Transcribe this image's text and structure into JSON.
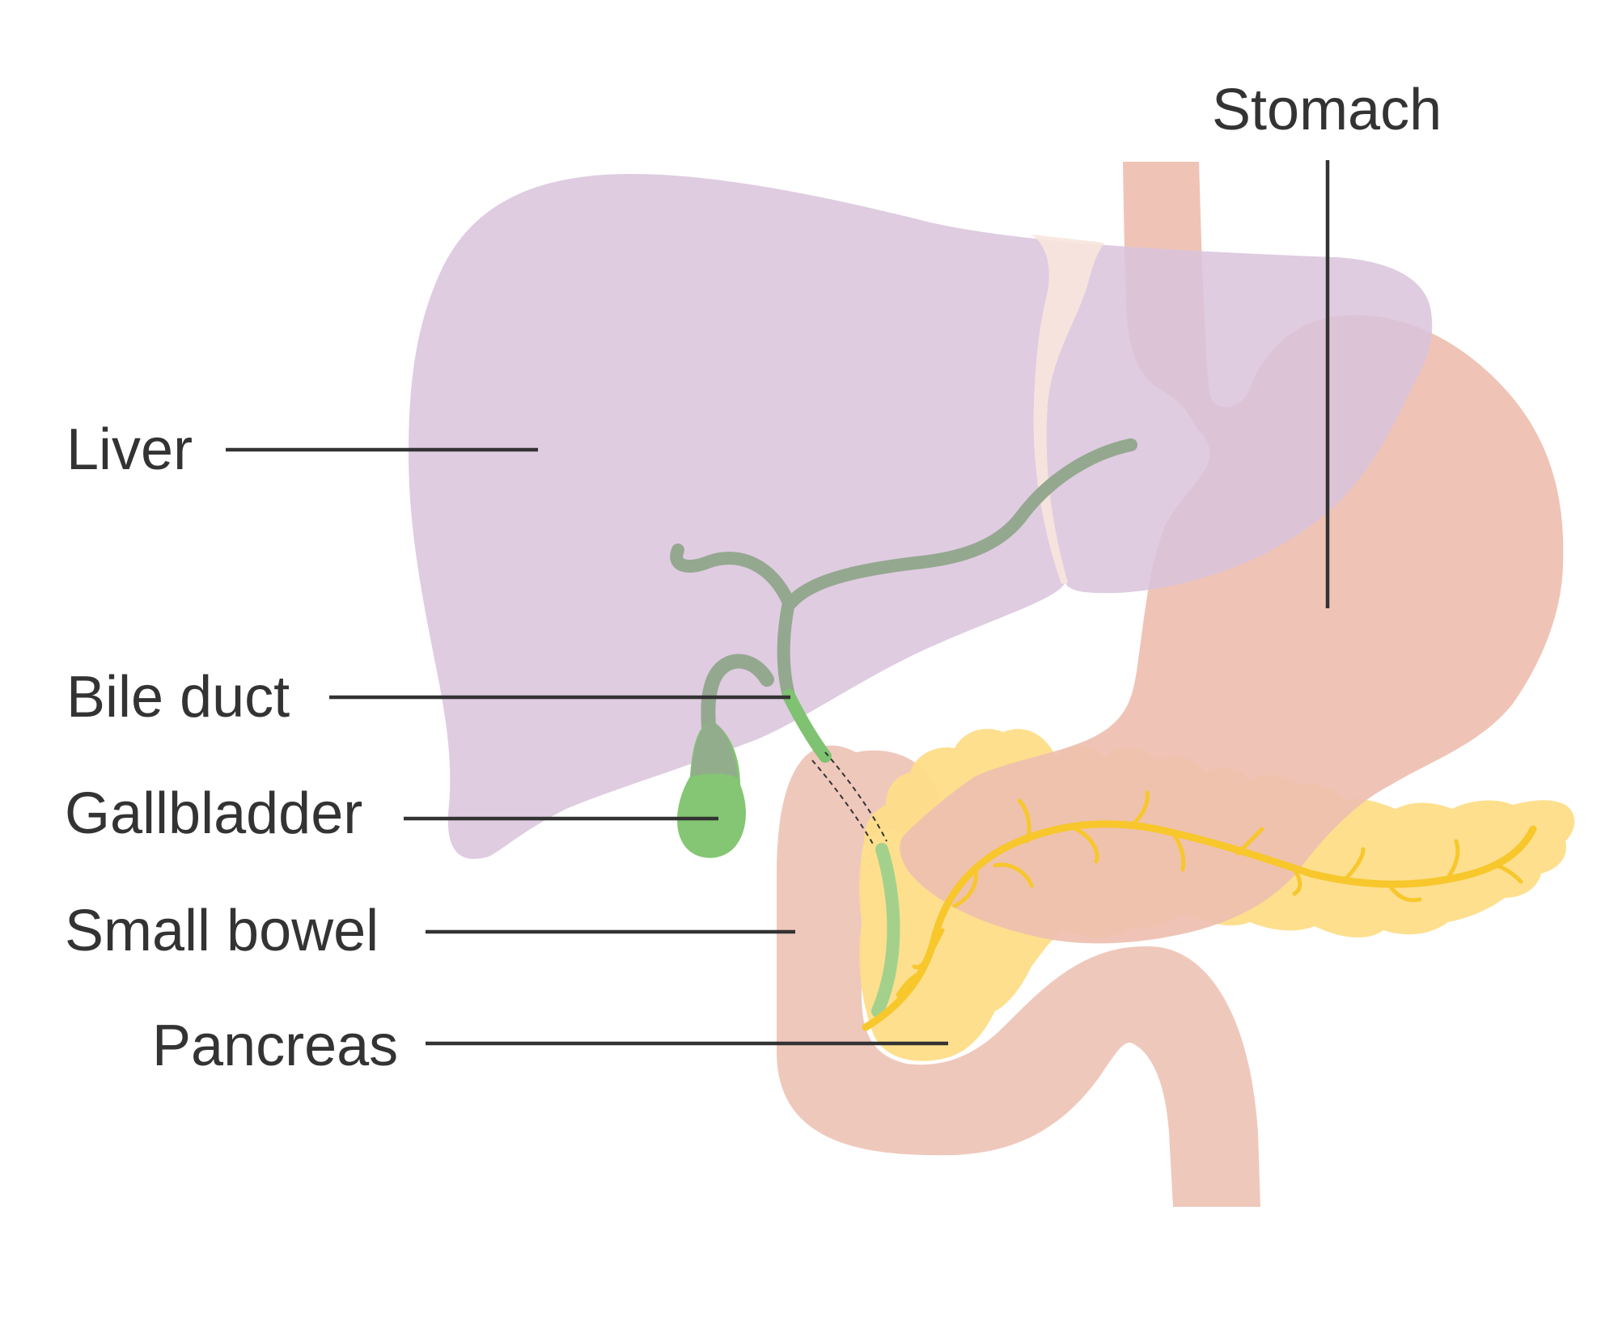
{
  "labels": {
    "stomach": "Stomach",
    "liver": "Liver",
    "bile_duct": "Bile duct",
    "gallbladder": "Gallbladder",
    "small_bowel": "Small bowel",
    "pancreas": "Pancreas"
  },
  "colors": {
    "liver": "#ddc9e0",
    "stomach": "#eebfb0",
    "pancreas": "#fddd88",
    "bile_duct": "#94a88f",
    "gallbladder": "#84c673",
    "pancreatic_duct": "#f7c72c",
    "label_text": "#333333"
  }
}
